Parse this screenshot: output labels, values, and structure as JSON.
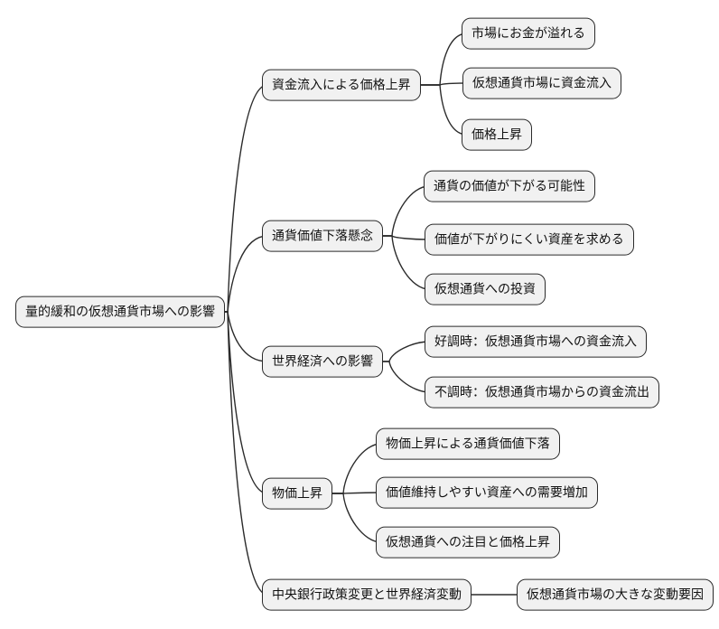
{
  "mindmap": {
    "root": {
      "label": "量的緩和の仮想通貨市場への影響"
    },
    "branches": [
      {
        "label": "資金流入による価格上昇",
        "children": [
          "市場にお金が溢れる",
          "仮想通貨市場に資金流入",
          "価格上昇"
        ]
      },
      {
        "label": "通貨価値下落懸念",
        "children": [
          "通貨の価値が下がる可能性",
          "価値が下がりにくい資産を求める",
          "仮想通貨への投資"
        ]
      },
      {
        "label": "世界経済への影響",
        "children": [
          "好調時：仮想通貨市場への資金流入",
          "不調時：仮想通貨市場からの資金流出"
        ]
      },
      {
        "label": "物価上昇",
        "children": [
          "物価上昇による通貨価値下落",
          "価値維持しやすい資産への需要増加",
          "仮想通貨への注目と価格上昇"
        ]
      },
      {
        "label": "中央銀行政策変更と世界経済変動",
        "children": [
          "仮想通貨市場の大きな変動要因"
        ]
      }
    ],
    "colors": {
      "node_fill": "#f1f1f1",
      "node_border": "#2b2b2b",
      "line": "#2b2b2b",
      "text": "#111111",
      "background": "#ffffff"
    }
  }
}
